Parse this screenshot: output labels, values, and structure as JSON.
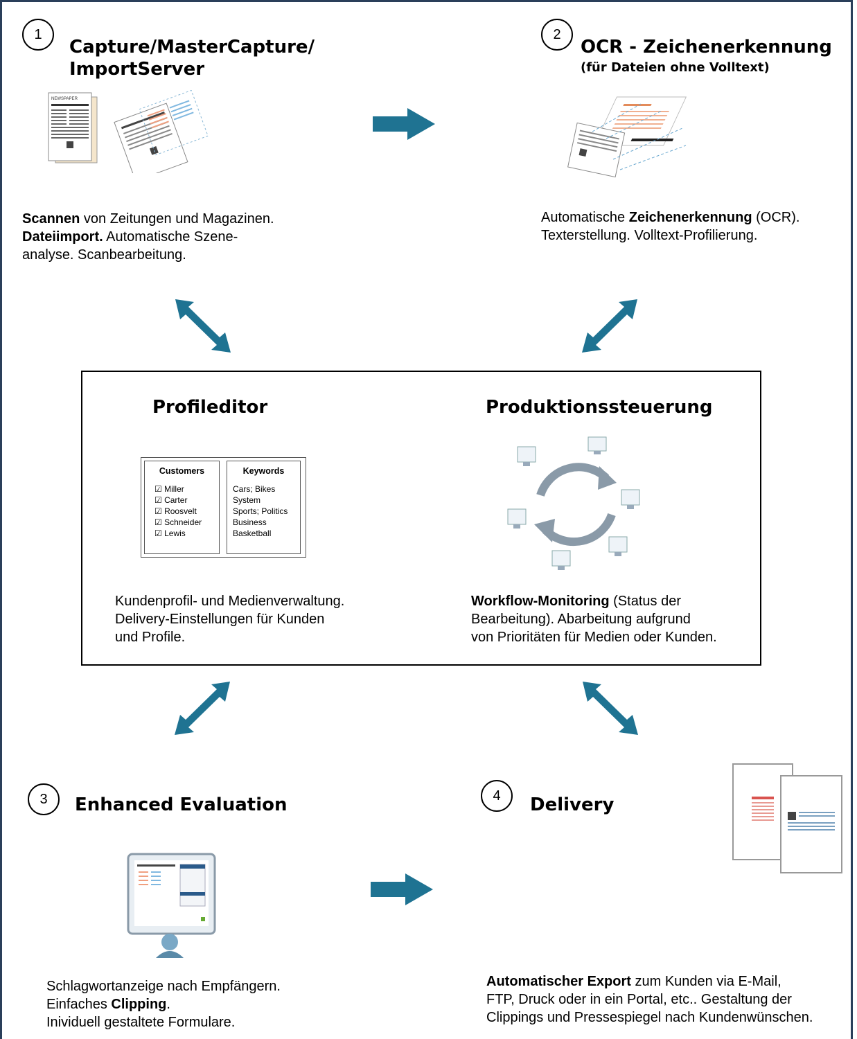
{
  "steps": {
    "capture": {
      "number": "1",
      "title_line1": "Capture/MasterCapture/",
      "title_line2": "ImportServer",
      "desc_bold1": "Scannen",
      "desc_text1": " von Zeitungen und Magazinen.",
      "desc_bold2": "Dateiimport.",
      "desc_text2": "  Automatische Szene-",
      "desc_line3": "analyse. Scanbearbeitung."
    },
    "ocr": {
      "number": "2",
      "title": "OCR - Zeichenerkennung",
      "subtitle": "(für Dateien ohne Volltext)",
      "desc_text1": "Automatische ",
      "desc_bold1": "Zeichenerkennung",
      "desc_text1b": " (OCR).",
      "desc_line2": "Texterstellung. Volltext-Profilierung."
    },
    "evaluation": {
      "number": "3",
      "title": "Enhanced Evaluation",
      "desc_line1": "Schlagwortanzeige nach Empfängern.",
      "desc_text2": "Einfaches  ",
      "desc_bold2": "Clipping",
      "desc_text2b": ".",
      "desc_line3": "Inividuell gestaltete Formulare."
    },
    "delivery": {
      "number": "4",
      "title": "Delivery",
      "desc_bold1": "Automatischer Export",
      "desc_text1": " zum Kunden via E-Mail,",
      "desc_line2": "FTP, Druck oder in ein Portal, etc.. Gestaltung der",
      "desc_line3": "Clippings und Pressespiegel nach Kundenwünschen."
    }
  },
  "center": {
    "profileditor": {
      "title": "Profileditor",
      "desc_line1": "Kundenprofil- und Medienverwaltung.",
      "desc_line2": "Delivery-Einstellungen für Kunden",
      "desc_line3": "und Profile."
    },
    "production": {
      "title": "Produktionssteuerung",
      "desc_bold1": "Workflow-Monitoring",
      "desc_text1": " (Status der",
      "desc_line2": "Bearbeitung). Abarbeitung aufgrund",
      "desc_line3": "von Prioritäten für Medien oder Kunden."
    },
    "table": {
      "customers_header": "Customers",
      "customers": [
        "Miller",
        "Carter",
        "Roosvelt",
        "Schneider",
        "Lewis"
      ],
      "keywords_header": "Keywords",
      "keywords": [
        "Cars; Bikes",
        "System",
        "Sports; Politics",
        "Business",
        "Basketball"
      ]
    }
  },
  "images": {
    "newspaper_label": "NEWSPAPER"
  },
  "colors": {
    "arrow": "#1f7392",
    "frame": "#2a3f5a",
    "accent_red": "#d9534f"
  }
}
